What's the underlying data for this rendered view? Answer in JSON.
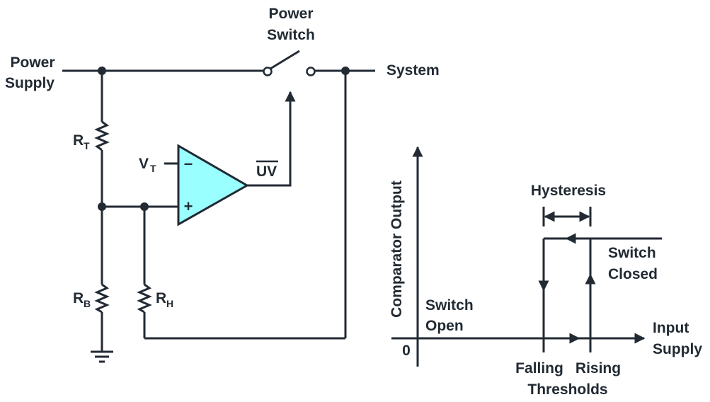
{
  "circuit": {
    "power_supply": [
      "Power",
      "Supply"
    ],
    "power_switch": [
      "Power",
      "Switch"
    ],
    "system": "System",
    "rt": {
      "main": "R",
      "sub": "T"
    },
    "rb": {
      "main": "R",
      "sub": "B"
    },
    "rh": {
      "main": "R",
      "sub": "H"
    },
    "vt": {
      "main": "V",
      "sub": "T"
    },
    "uv": "UV",
    "minus": "–",
    "plus": "+",
    "comparator_fill": "#99ffff"
  },
  "graph": {
    "y_axis_label": "Comparator Output",
    "x_axis_label": [
      "Input",
      "Supply"
    ],
    "origin": "0",
    "hysteresis": "Hysteresis",
    "switch_open": [
      "Switch",
      "Open"
    ],
    "switch_closed": [
      "Switch",
      "Closed"
    ],
    "falling": "Falling",
    "rising": "Rising",
    "thresholds": "Thresholds"
  }
}
